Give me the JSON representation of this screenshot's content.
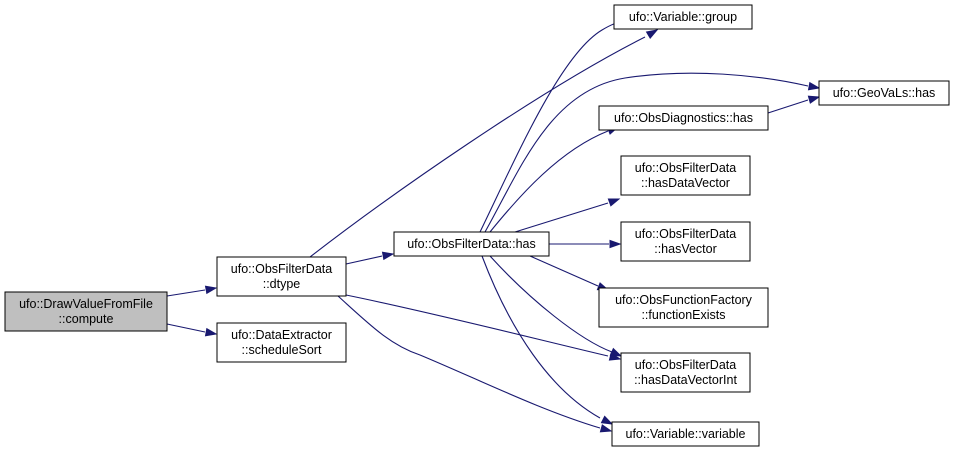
{
  "colors": {
    "edge": "#191970",
    "node_fill": "#ffffff",
    "root_fill": "#bfbfbf",
    "node_border": "#000000"
  },
  "nodes": [
    {
      "id": "compute",
      "lines": [
        "ufo::DrawValueFromFile",
        "::compute"
      ],
      "highlighted": true
    },
    {
      "id": "dtype",
      "lines": [
        "ufo::ObsFilterData",
        "::dtype"
      ]
    },
    {
      "id": "scheduleSort",
      "lines": [
        "ufo::DataExtractor",
        "::scheduleSort"
      ]
    },
    {
      "id": "has",
      "lines": [
        "ufo::ObsFilterData::has"
      ]
    },
    {
      "id": "group",
      "lines": [
        "ufo::Variable::group"
      ]
    },
    {
      "id": "geovals_has",
      "lines": [
        "ufo::GeoVaLs::has"
      ]
    },
    {
      "id": "diag_has",
      "lines": [
        "ufo::ObsDiagnostics::has"
      ]
    },
    {
      "id": "hasDataVector",
      "lines": [
        "ufo::ObsFilterData",
        "::hasDataVector"
      ]
    },
    {
      "id": "hasVector",
      "lines": [
        "ufo::ObsFilterData",
        "::hasVector"
      ]
    },
    {
      "id": "functionExists",
      "lines": [
        "ufo::ObsFunctionFactory",
        "::functionExists"
      ]
    },
    {
      "id": "hasDataVectorInt",
      "lines": [
        "ufo::ObsFilterData",
        "::hasDataVectorInt"
      ]
    },
    {
      "id": "variable",
      "lines": [
        "ufo::Variable::variable"
      ]
    }
  ],
  "edges": [
    {
      "from": "compute",
      "to": "dtype"
    },
    {
      "from": "compute",
      "to": "scheduleSort"
    },
    {
      "from": "dtype",
      "to": "has"
    },
    {
      "from": "dtype",
      "to": "group"
    },
    {
      "from": "dtype",
      "to": "hasDataVectorInt"
    },
    {
      "from": "dtype",
      "to": "variable"
    },
    {
      "from": "has",
      "to": "group"
    },
    {
      "from": "has",
      "to": "geovals_has"
    },
    {
      "from": "has",
      "to": "diag_has"
    },
    {
      "from": "has",
      "to": "hasDataVector"
    },
    {
      "from": "has",
      "to": "hasVector"
    },
    {
      "from": "has",
      "to": "functionExists"
    },
    {
      "from": "has",
      "to": "hasDataVectorInt"
    },
    {
      "from": "has",
      "to": "variable"
    },
    {
      "from": "diag_has",
      "to": "geovals_has"
    }
  ]
}
